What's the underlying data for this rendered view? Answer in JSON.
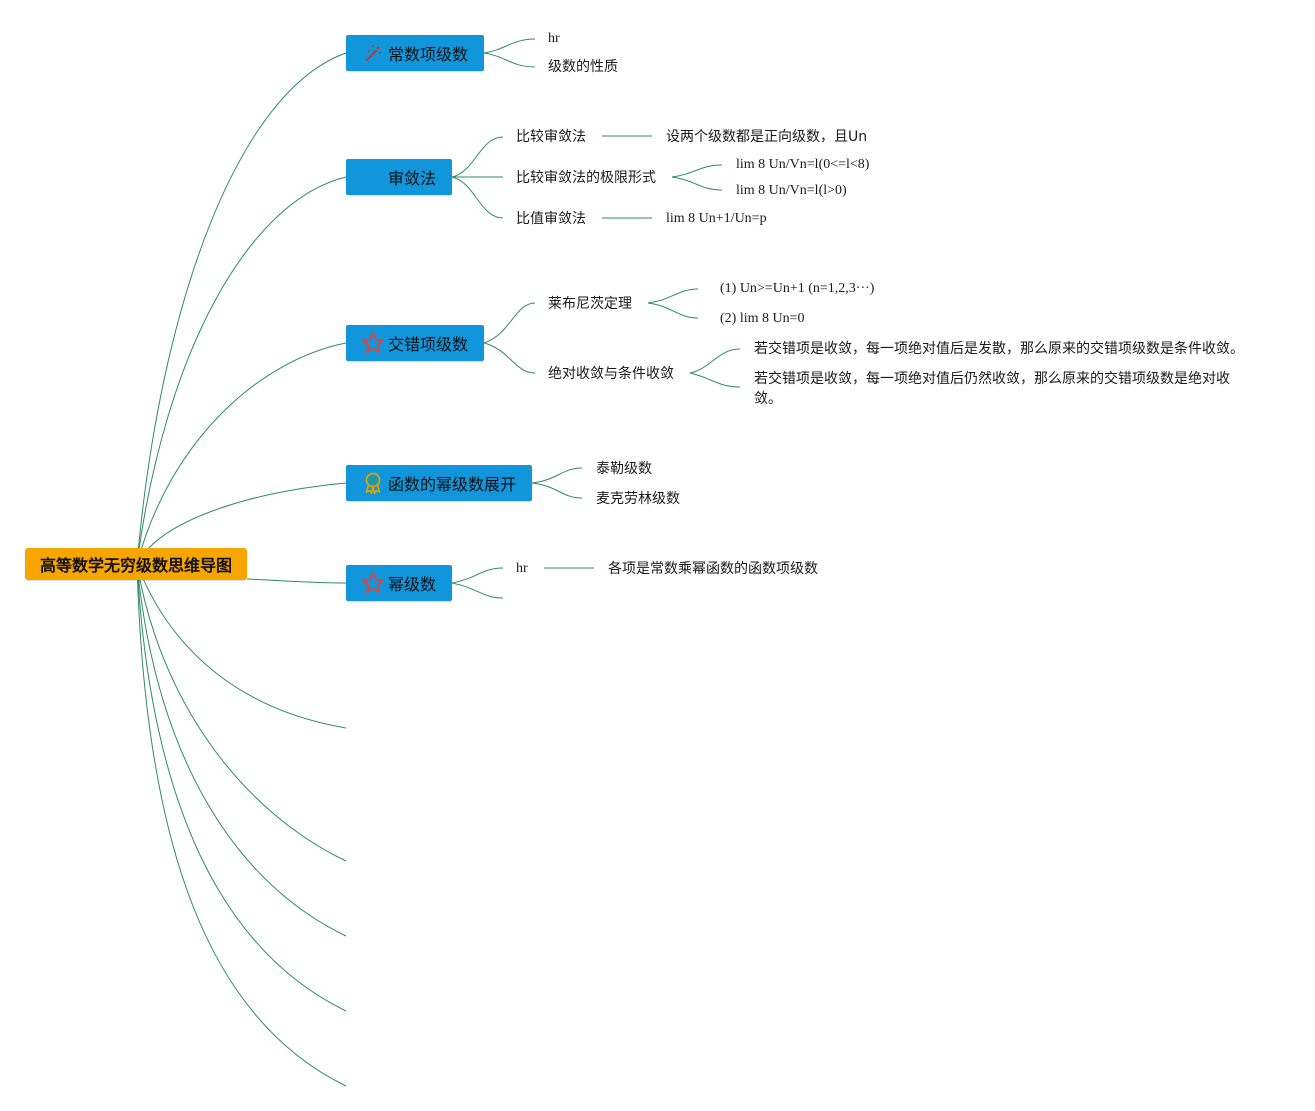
{
  "root": {
    "label": "高等数学无穷级数思维导图"
  },
  "branches": [
    {
      "label": "常数项级数",
      "icon": "magic-wand-icon",
      "children": [
        {
          "label": "hr"
        },
        {
          "label": "级数的性质"
        }
      ]
    },
    {
      "label": "审敛法",
      "icon": "none",
      "children": [
        {
          "label": "比较审敛法",
          "detail": "设两个级数都是正向级数，且Un"
        },
        {
          "label": "比较审敛法的极限形式",
          "details": [
            "lim 8 Un/Vn=l(0<=l<8)",
            "lim 8 Un/Vn=l(l>0)"
          ]
        },
        {
          "label": "比值审敛法",
          "detail": "lim 8 Un+1/Un=p"
        }
      ]
    },
    {
      "label": "交错项级数",
      "icon": "star-icon",
      "children": [
        {
          "label": "莱布尼茨定理",
          "details": [
            "(1)   Un>=Un+1 (n=1,2,3···)",
            "(2)   lim 8 Un=0"
          ]
        },
        {
          "label": "绝对收敛与条件收敛",
          "details": [
            "若交错项是收敛，每一项绝对值后是发散，那么原来的交错项级数是条件收敛。",
            "若交错项是收敛，每一项绝对值后仍然收敛，那么原来的交错项级数是绝对收敛。"
          ]
        }
      ]
    },
    {
      "label": "函数的幂级数展开",
      "icon": "award-icon",
      "children": [
        {
          "label": "泰勒级数"
        },
        {
          "label": "麦克劳林级数"
        }
      ]
    },
    {
      "label": "幂级数",
      "icon": "star-icon",
      "children": [
        {
          "label": "hr",
          "detail": "各项是常数乘幂函数的函数项级数"
        }
      ]
    }
  ],
  "colors": {
    "root": "#f7a600",
    "main_topic": "#1296db",
    "connector": "#2e8b68",
    "star_icon": "#e0463c",
    "award_icon": "#d9a400"
  }
}
